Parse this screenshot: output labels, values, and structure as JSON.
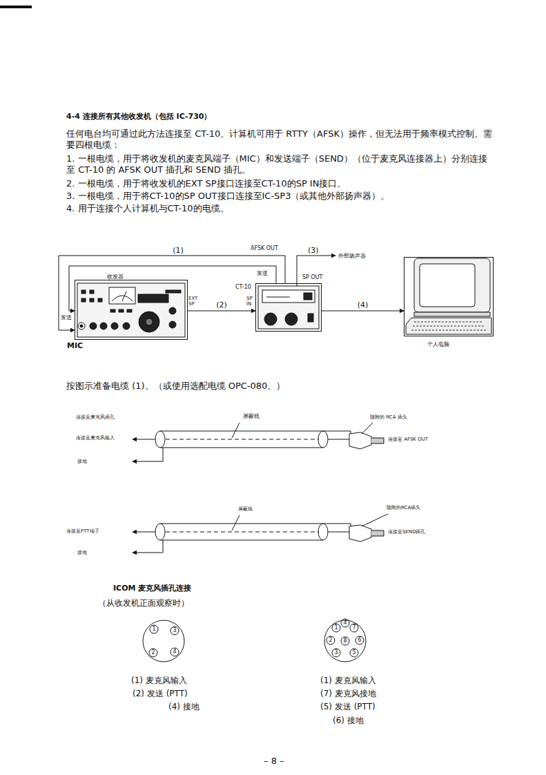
{
  "diagram": {
    "title": "4-4 连接所有其他收发机（包括 IC-730）",
    "nodes": [
      {
        "text": [
          "收发器"
        ]
      },
      {
        "text": [
          "CT-10"
        ]
      },
      {
        "text": [
          "个人电脑"
        ]
      }
    ],
    "edges": [
      {
        "from": 1,
        "to": 0,
        "arrow": "to",
        "label": "(1)"
      },
      {
        "from": 1,
        "to": 0,
        "arrow": "to"
      },
      {
        "from": 0,
        "to": 1,
        "arrow": "to",
        "label": "(2)"
      },
      {
        "from": 1,
        "to": 2,
        "arrow": "to",
        "label": "(4)"
      }
    ],
    "labels": [
      "任何电台均可通过此方法连接至 CT-10。计算机可用于 RTTY（AFSK）操作，但无法用于频率模式控制。需要四根电缆：",
      "1. 一根电缆，用于将收发机的麦克风端子（MIC）和发送端子（SEND）（位于麦克风连接器上）分别连接至 CT-10 的 AFSK OUT 插孔和 SEND 插孔。",
      "2. 一根电缆，用于将收发机的EXT SP接口连接至CT-10的SP IN接口。",
      "3. 一根电缆，用于将CT-10的SP OUT接口连接至IC-SP3（或其他外部扬声器）。",
      "4. 用于连接个人计算机与CT-10的电缆。",
      "AFSK OUT",
      "(3)",
      "外部扬声器",
      "发送",
      "SP OUT",
      "EXT SP",
      "SP IN",
      "发送",
      "MIC",
      "按图示准备电缆 (1)。（或使用选配电缆 OPC-080。）",
      "连接至麦克风插孔",
      "屏蔽线",
      "随附的 RCA 插头",
      "连接至麦克风输入",
      "连接至 AFSK OUT",
      "接地",
      "屏蔽线",
      "随附的RCA插头",
      "连接至PTT端子",
      "连接至SEND插孔",
      "接地",
      "ICOM 麦克风插孔连接",
      "（从收发机正面观察时）",
      "1",
      "3",
      "2",
      "4",
      "1",
      "2",
      "3",
      "4",
      "5",
      "6",
      "7",
      "8",
      "(1) 麦克风输入",
      "(2) 发送 (PTT)",
      "(4) 接地",
      "(1) 麦克风输入",
      "(7) 麦克风接地",
      "(5) 发送 (PTT)",
      "(6) 接地",
      "– 8 –"
    ]
  }
}
